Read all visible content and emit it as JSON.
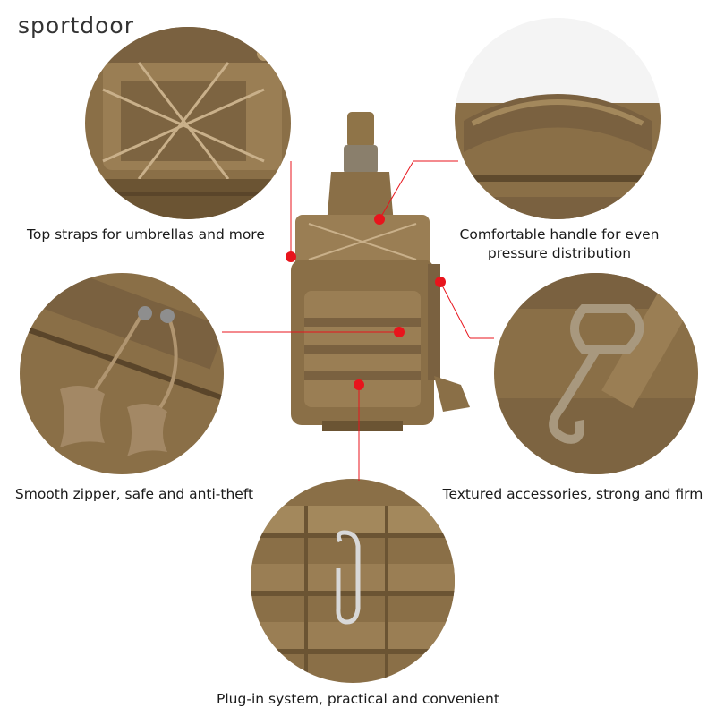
{
  "brand": "sportdoor",
  "captions": {
    "top_straps": "Top straps for umbrellas and more",
    "handle_line1": "Comfortable handle for even",
    "handle_line2": "pressure distribution",
    "zipper": "Smooth zipper, safe and anti-theft",
    "accessories": "Textured accessories, strong and firm",
    "plug_in": "Plug-in system, practical and convenient"
  },
  "colors": {
    "fabric": "#8a6f47",
    "fabric_dark": "#6b5433",
    "fabric_light": "#a3885c",
    "marker": "#e8141c",
    "metal": "#c8c8c8"
  }
}
